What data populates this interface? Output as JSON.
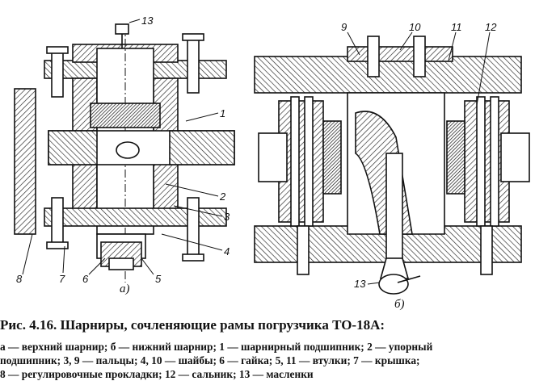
{
  "figure": {
    "sublabel_a": "а)",
    "sublabel_b": "б)",
    "callouts_left": {
      "c1": "1",
      "c2": "2",
      "c3": "3",
      "c4": "4",
      "c5": "5",
      "c6": "6",
      "c7": "7",
      "c8": "8",
      "c13": "13"
    },
    "callouts_right": {
      "c9": "9",
      "c10": "10",
      "c11": "11",
      "c12": "12",
      "c13": "13"
    }
  },
  "caption": {
    "title": "Рис. 4.16. Шарниры, сочленяющие рамы погрузчика ТО-18А:",
    "legend_lines": [
      "а — верхний шарнир; б — нижний шарнир; 1 — шарнирный подшипник; 2 — упорный",
      "подшипник; 3, 9 — пальцы; 4, 10 — шайбы; 6 — гайка; 5, 11 — втулки; 7 — крышка;",
      "8 — регулировочные прокладки; 12 — сальник; 13 — масленки"
    ]
  }
}
